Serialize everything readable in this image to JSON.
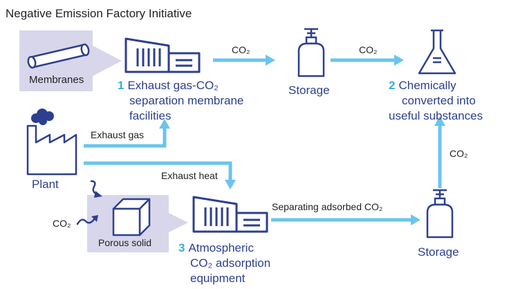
{
  "title": "Negative Emission Factory Initiative",
  "colors": {
    "navy": "#2d3f8e",
    "arrow": "#6ac4ee",
    "accent_number": "#3aaed8",
    "callout_bg": "#d8d6eb",
    "text_dark": "#222222"
  },
  "icons": [
    "membrane-tube-icon",
    "factory-building-icon",
    "gas-cylinder-icon",
    "flask-icon",
    "plant-icon",
    "cube-icon",
    "squiggle-arrow-icon"
  ],
  "membranes": {
    "label": "Membranes"
  },
  "membrane_facility": {
    "number": "1",
    "lines": [
      "Exhaust gas-CO₂",
      "separation membrane",
      "facilities"
    ]
  },
  "storage_top": {
    "label": "Storage"
  },
  "chemical_conversion": {
    "number": "2",
    "lines": [
      "Chemically",
      "converted into",
      "useful substances"
    ]
  },
  "plant": {
    "label": "Plant"
  },
  "porous_solid": {
    "label": "Porous solid"
  },
  "adsorption": {
    "number": "3",
    "lines": [
      "Atmospheric",
      "CO₂ adsorption",
      "equipment"
    ]
  },
  "storage_bottom": {
    "label": "Storage"
  },
  "arrow_labels": {
    "co2_to_storage": "CO₂",
    "co2_to_flask": "CO₂",
    "co2_vertical": "CO₂",
    "co2_input": "CO₂",
    "exhaust_gas": "Exhaust gas",
    "exhaust_heat": "Exhaust heat",
    "separating": "Separating adsorbed CO₂"
  }
}
